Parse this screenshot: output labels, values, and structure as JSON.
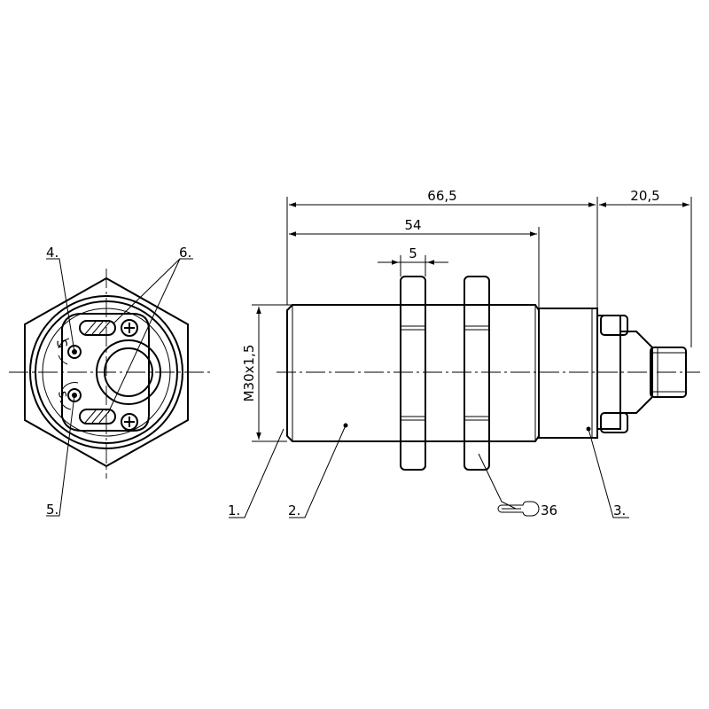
{
  "dimensions": {
    "total_length": "66,5",
    "body_length": "54",
    "nut_width": "5",
    "connector_length": "20,5",
    "thread": "M30x1,5",
    "wrench_size": "36"
  },
  "callouts": {
    "c1": "1.",
    "c2": "2.",
    "c3": "3.",
    "c4": "4.",
    "c5": "5.",
    "c6": "6."
  },
  "front_marks": {
    "s_mark": "S",
    "small_mark": "s"
  },
  "icons": {
    "wrench": "wrench-icon",
    "screw": "screw-head-icon"
  }
}
